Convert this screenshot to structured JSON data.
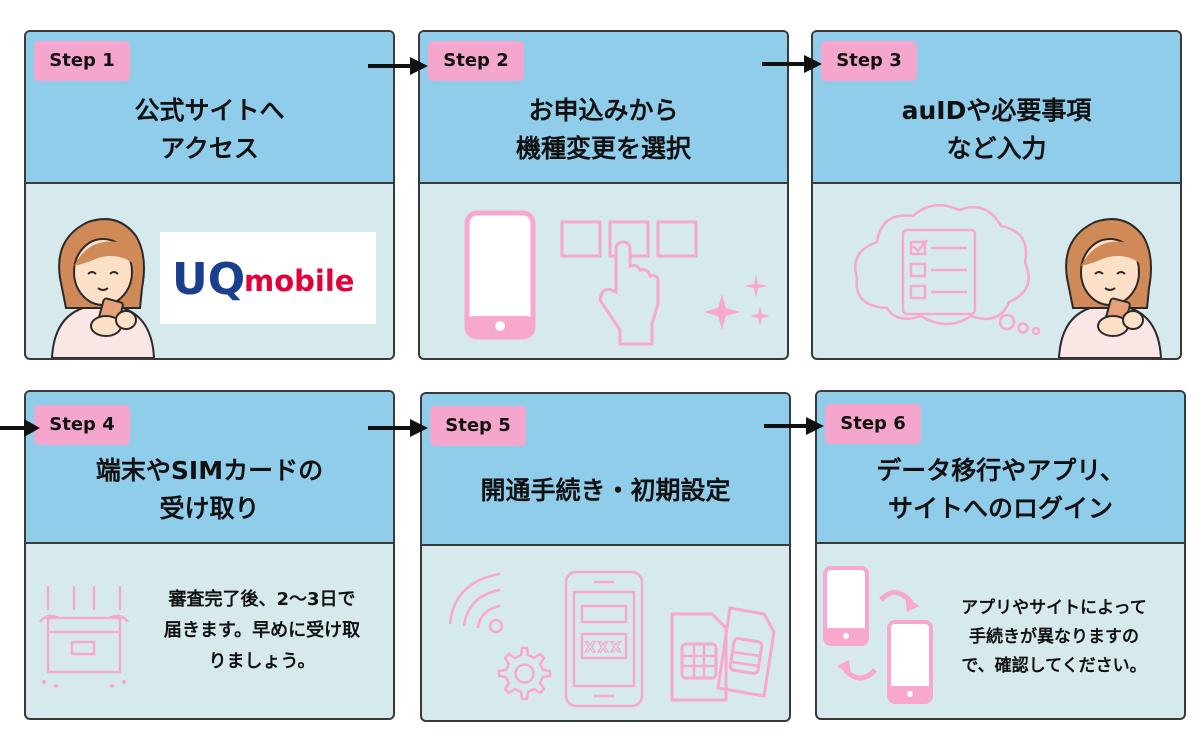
{
  "steps": [
    {
      "badge": "Step 1",
      "title": "公式サイトへ\nアクセス"
    },
    {
      "badge": "Step 2",
      "title": "お申込みから\n機種変更を選択"
    },
    {
      "badge": "Step 3",
      "title": "auIDや必要事項\nなど入力"
    },
    {
      "badge": "Step 4",
      "title": "端末やSIMカードの\n受け取り",
      "note": "審査完了後、2〜3日で\n届きます。早めに受け取\nりましょう。"
    },
    {
      "badge": "Step 5",
      "title": "開通手続き・初期設定",
      "phone_text": "XXX"
    },
    {
      "badge": "Step 6",
      "title": "データ移行やアプリ、\nサイトへのログイン",
      "note": "アプリやサイトによって\n手続きが異なりますの\nで、確認してください。"
    }
  ],
  "logo": {
    "text_uq": "UQ",
    "text_mobile": "mobile",
    "brand_red": "#e2003b",
    "brand_navy": "#1b3f8f"
  },
  "colors": {
    "header": "#8fcdea",
    "body": "#d6eaee",
    "badge": "#f5a6cc",
    "icon_pink": "#f7a8cc",
    "border": "#3a3a3a"
  }
}
